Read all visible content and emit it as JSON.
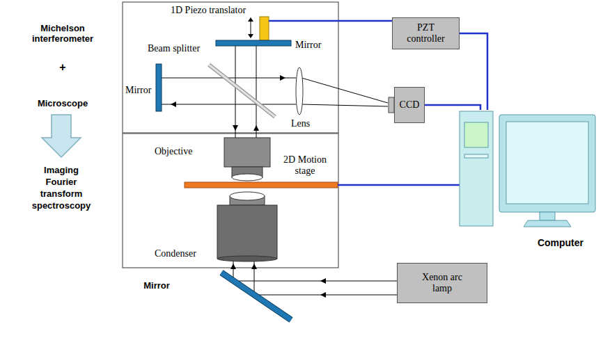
{
  "diagram": {
    "nodes": [
      {
        "text": [
          "PZT controller"
        ]
      },
      {
        "text": [
          "CCD"
        ]
      },
      {
        "text": [
          "Computer"
        ]
      },
      {
        "text": [
          "Xenon arc lamp"
        ]
      }
    ],
    "edges": [
      {
        "from": 0,
        "to": 2,
        "arrow": "none"
      },
      {
        "from": 1,
        "to": 2,
        "arrow": "none"
      }
    ],
    "labels": [
      "Michelson interferometer",
      "+",
      "Microscope",
      "Imaging Fourier transform spectroscopy",
      "1D Piezo translator",
      "Mirror",
      "Beam splitter",
      "Mirror",
      "Lens",
      "Objective",
      "2D Motion stage",
      "Condenser",
      "Mirror"
    ]
  }
}
